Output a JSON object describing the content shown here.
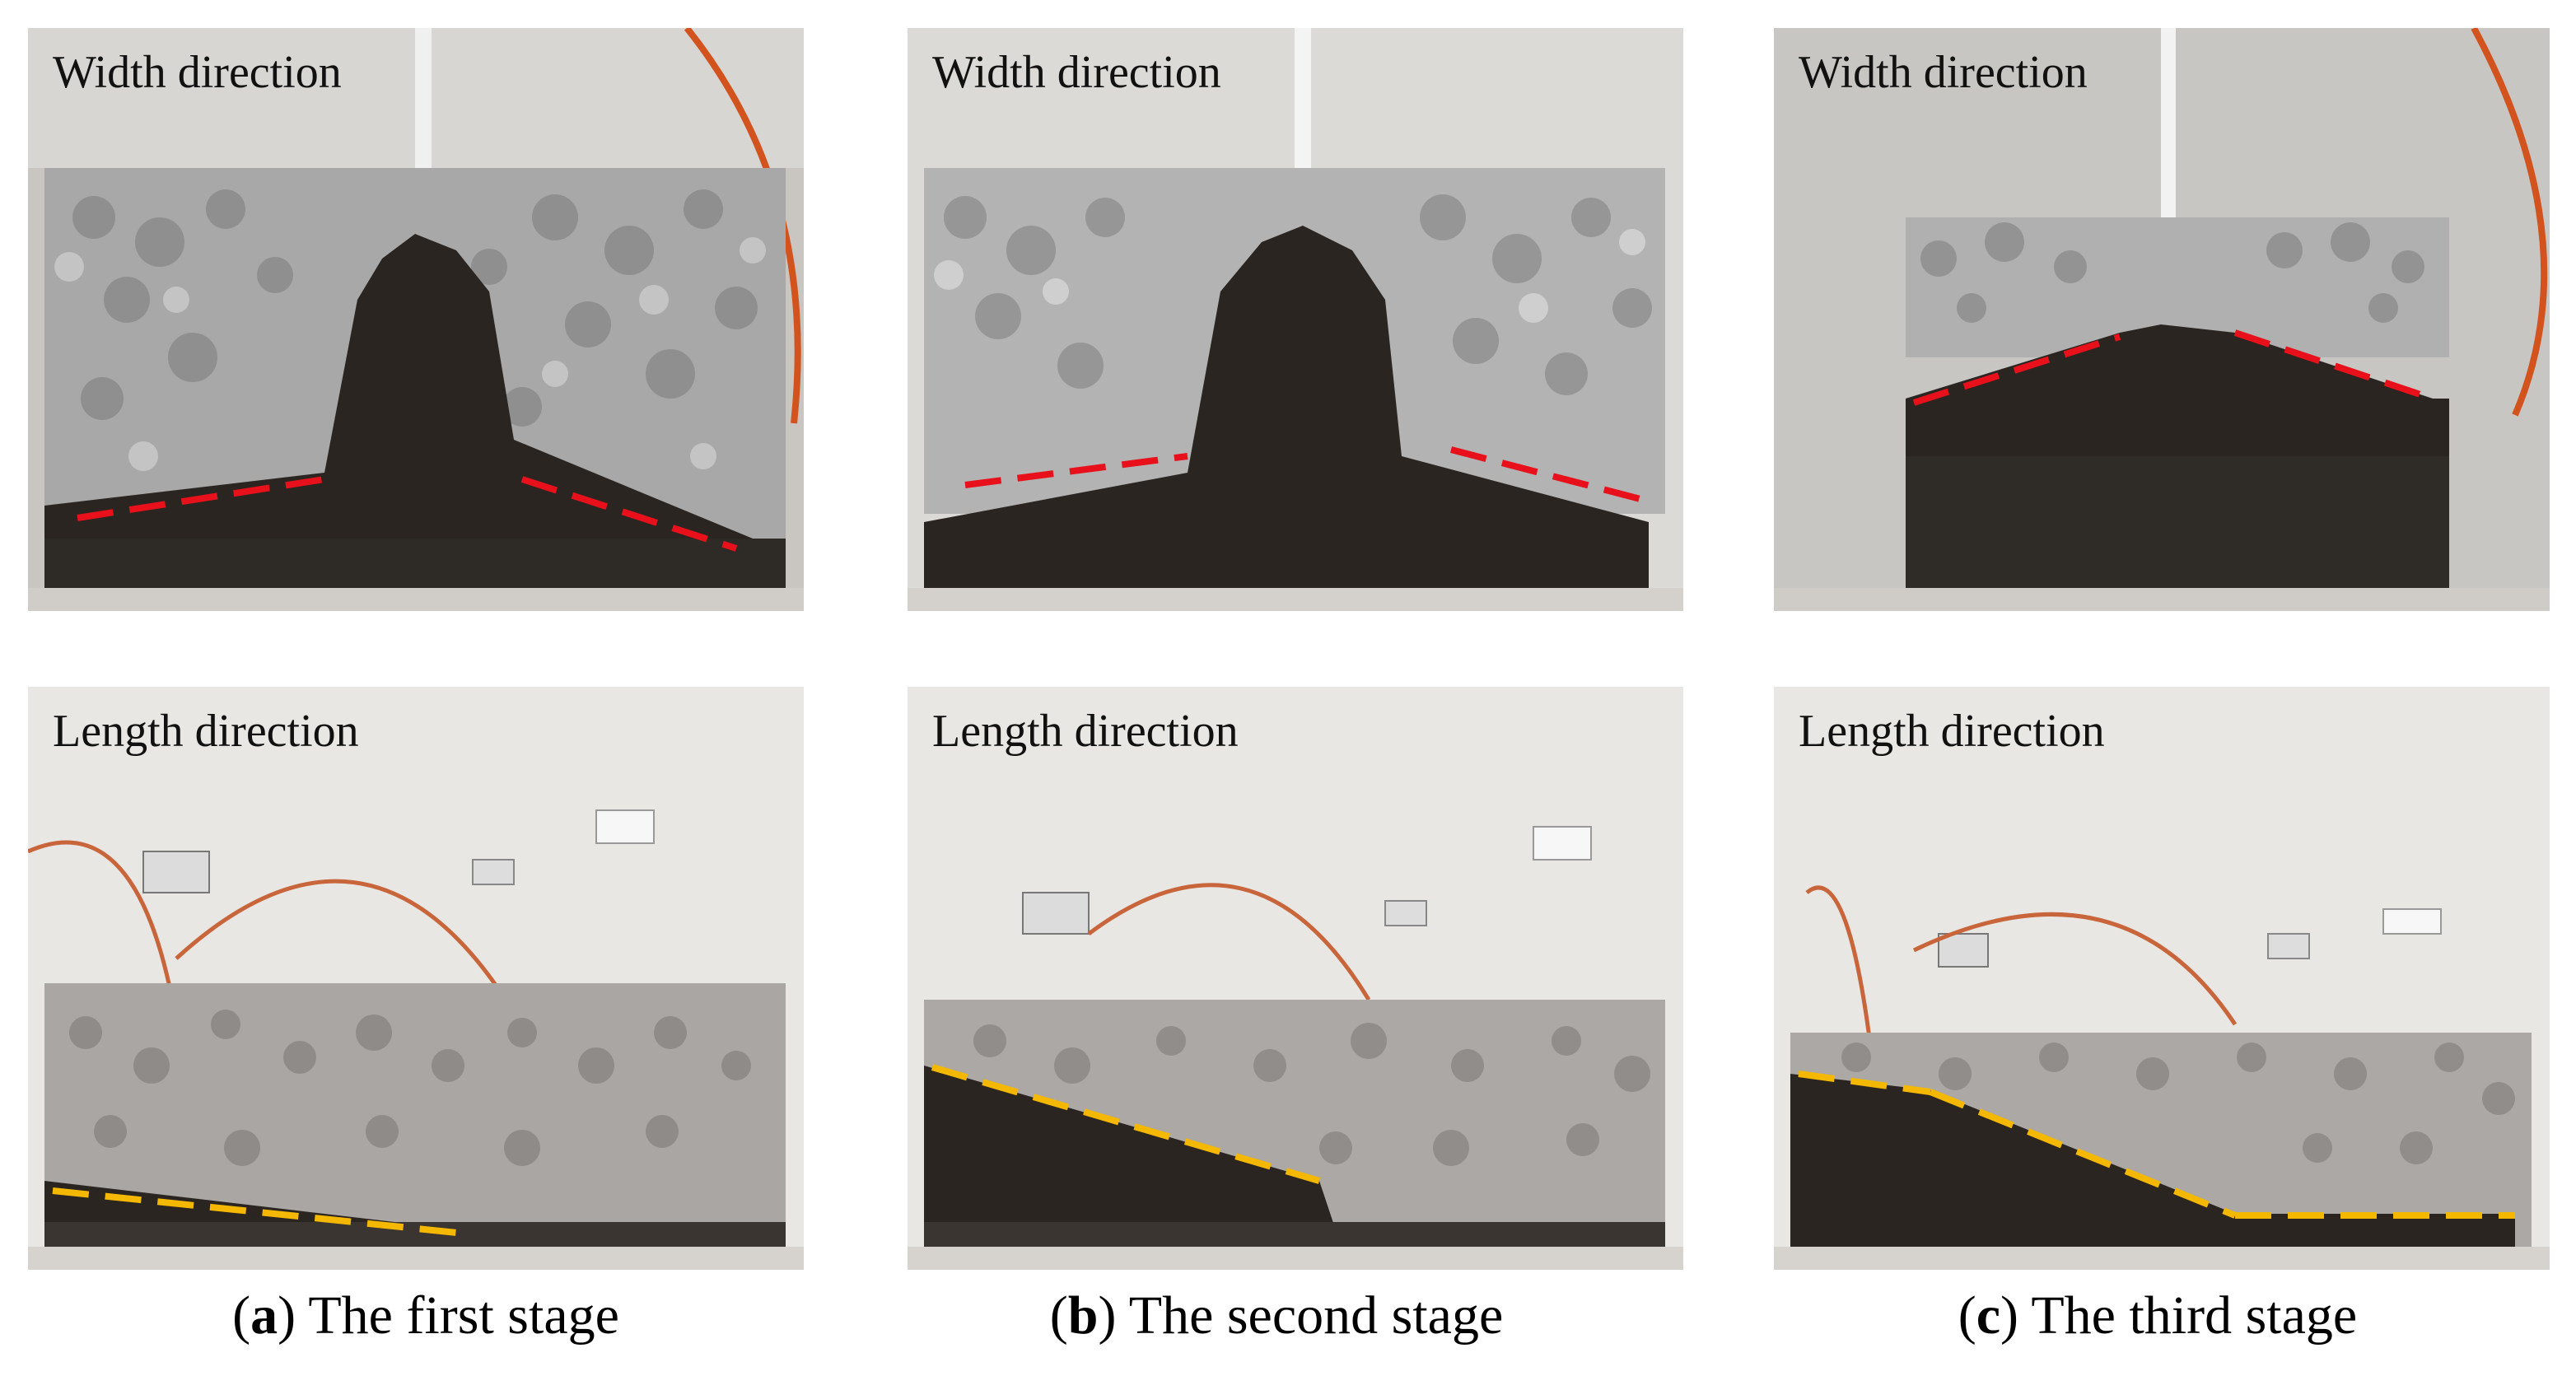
{
  "panels": {
    "width_label": "Width direction",
    "length_label": "Length direction"
  },
  "captions": [
    {
      "letter": "a",
      "text": "The first stage",
      "open": "(",
      "close": ")"
    },
    {
      "letter": "b",
      "text": "The second stage",
      "open": "(",
      "close": ")"
    },
    {
      "letter": "c",
      "text": "The third stage",
      "open": "(",
      "close": ")"
    }
  ],
  "colors": {
    "width_boundary_line": "#e8101a",
    "length_boundary_line": "#f5b800",
    "gravel": "#a9a9a9",
    "dark_fill": "#2a2521",
    "wall": "#e9e7e4"
  }
}
